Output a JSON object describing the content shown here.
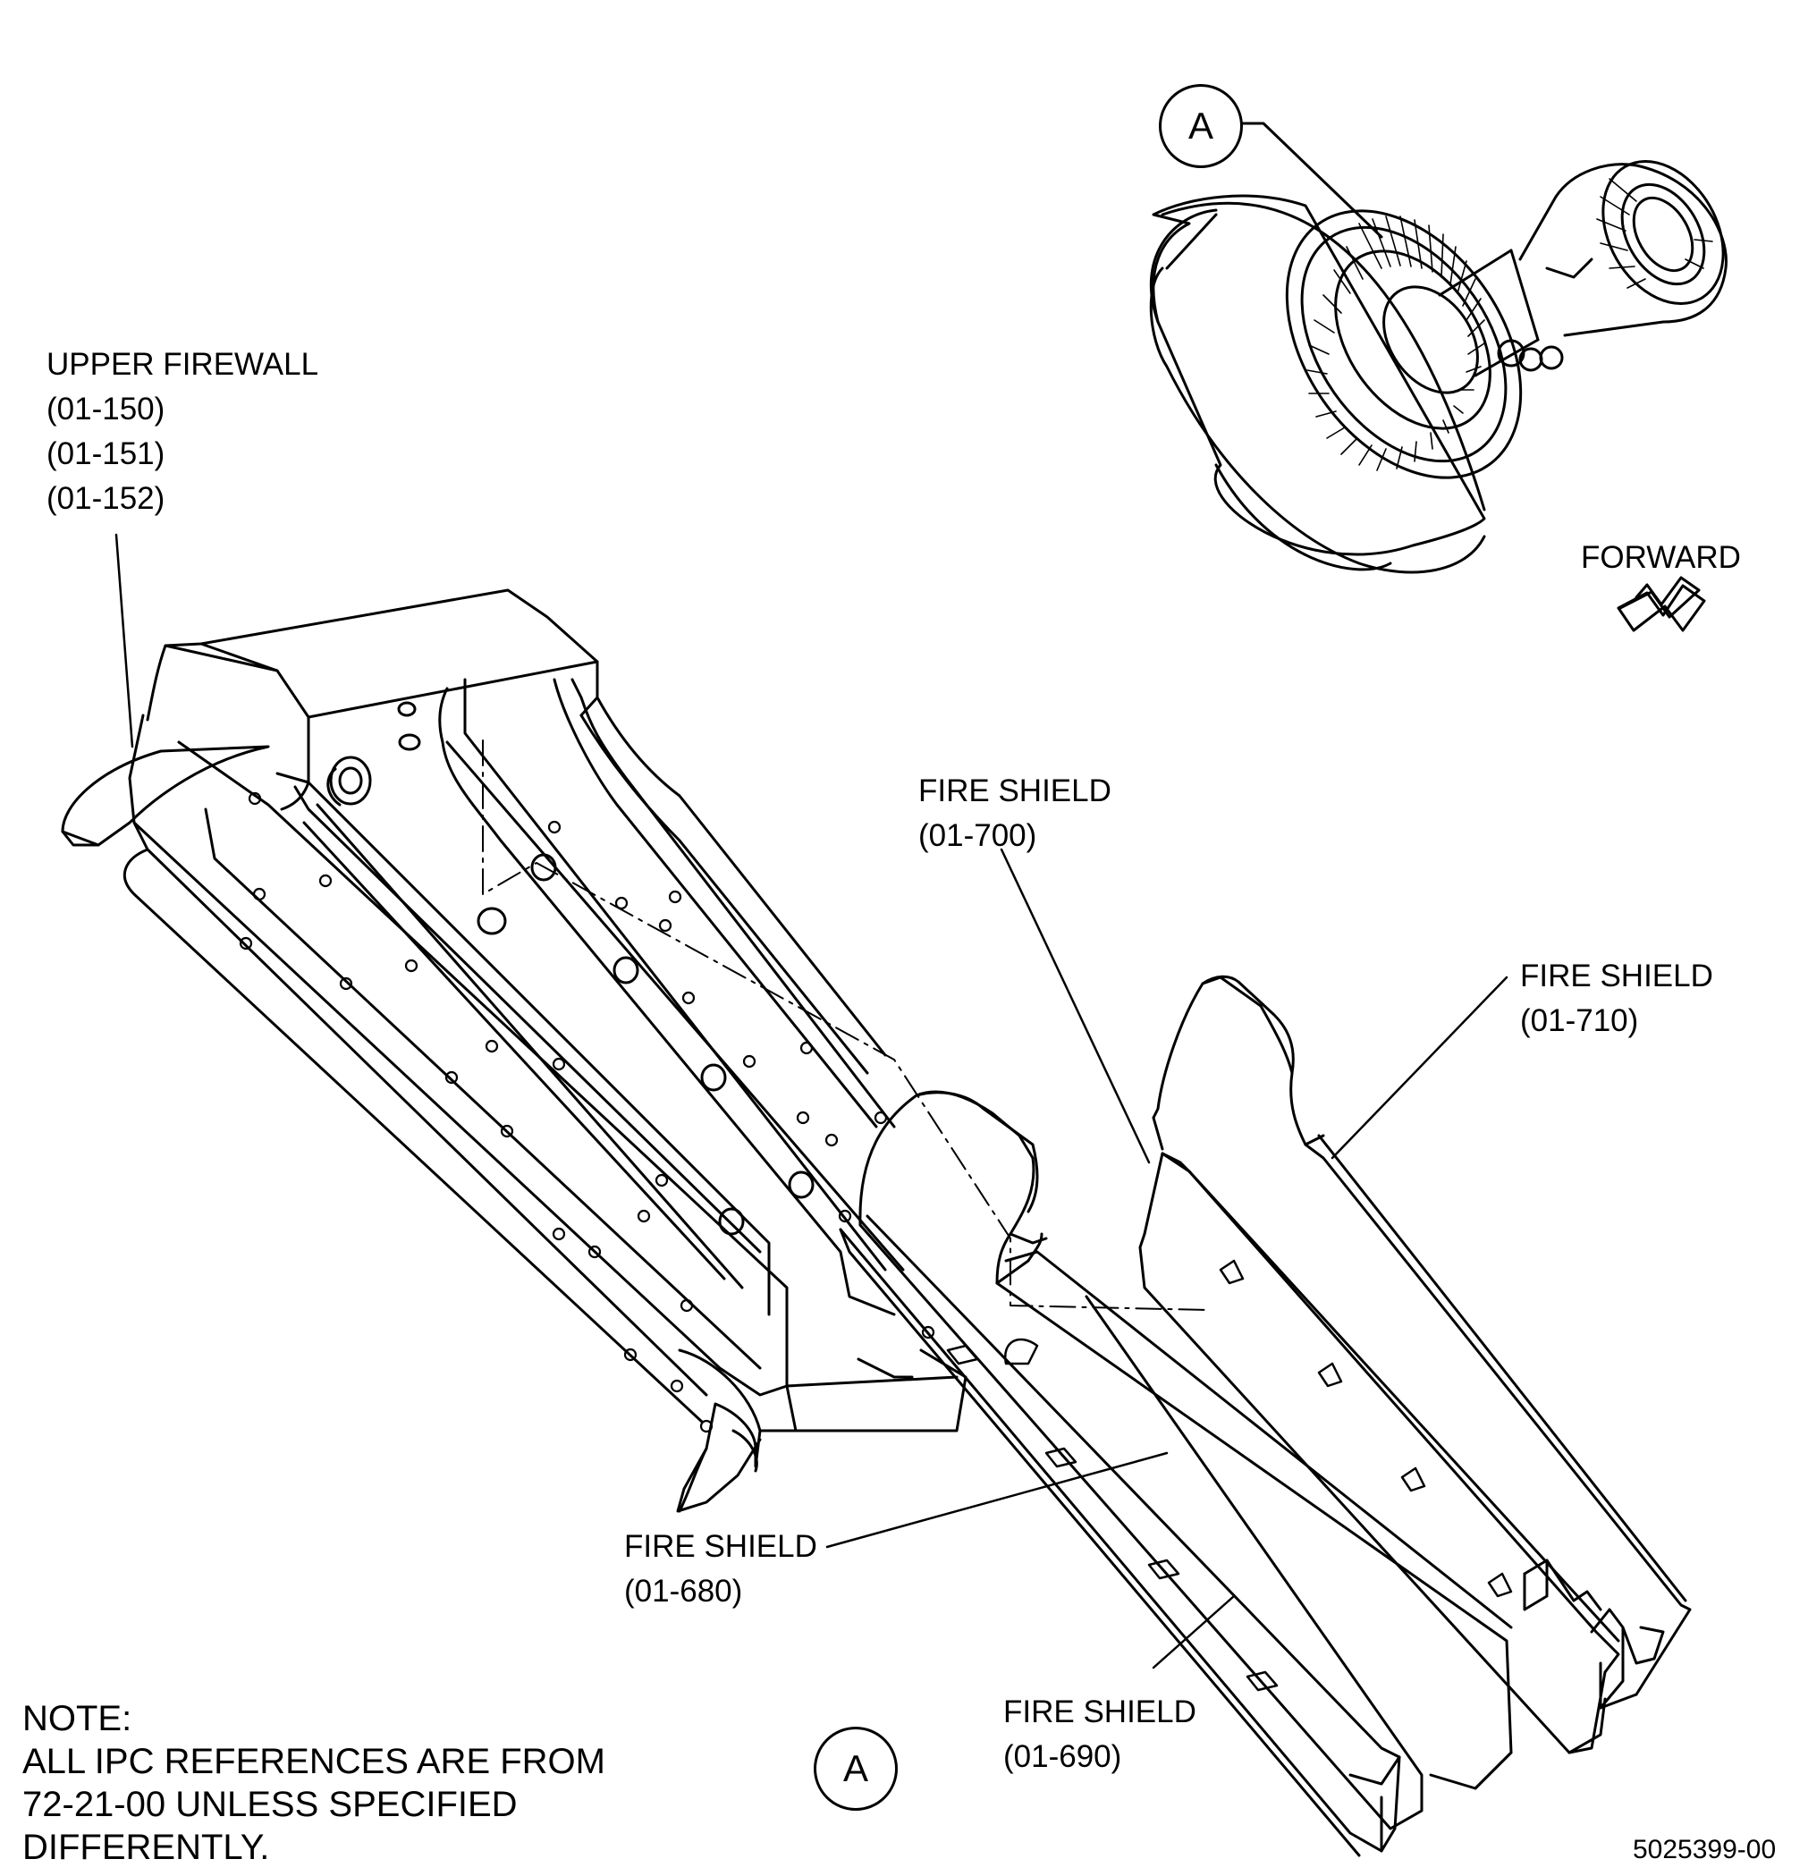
{
  "view_callout": {
    "letter": "A"
  },
  "view_label": {
    "letter": "A"
  },
  "direction": {
    "label": "FORWARD"
  },
  "callouts": {
    "upper_firewall": {
      "name": "UPPER FIREWALL",
      "refs": [
        "(01-150)",
        "(01-151)",
        "(01-152)"
      ]
    },
    "fire_shield_700": {
      "name": "FIRE SHIELD",
      "ref": "(01-700)"
    },
    "fire_shield_710": {
      "name": "FIRE SHIELD",
      "ref": "(01-710)"
    },
    "fire_shield_680": {
      "name": "FIRE SHIELD",
      "ref": "(01-680)"
    },
    "fire_shield_690": {
      "name": "FIRE SHIELD",
      "ref": "(01-690)"
    }
  },
  "note": {
    "heading": "NOTE:",
    "lines": [
      "ALL IPC REFERENCES ARE FROM",
      "72-21-00 UNLESS SPECIFIED",
      "DIFFERENTLY."
    ]
  },
  "figure_number": "5025399-00"
}
